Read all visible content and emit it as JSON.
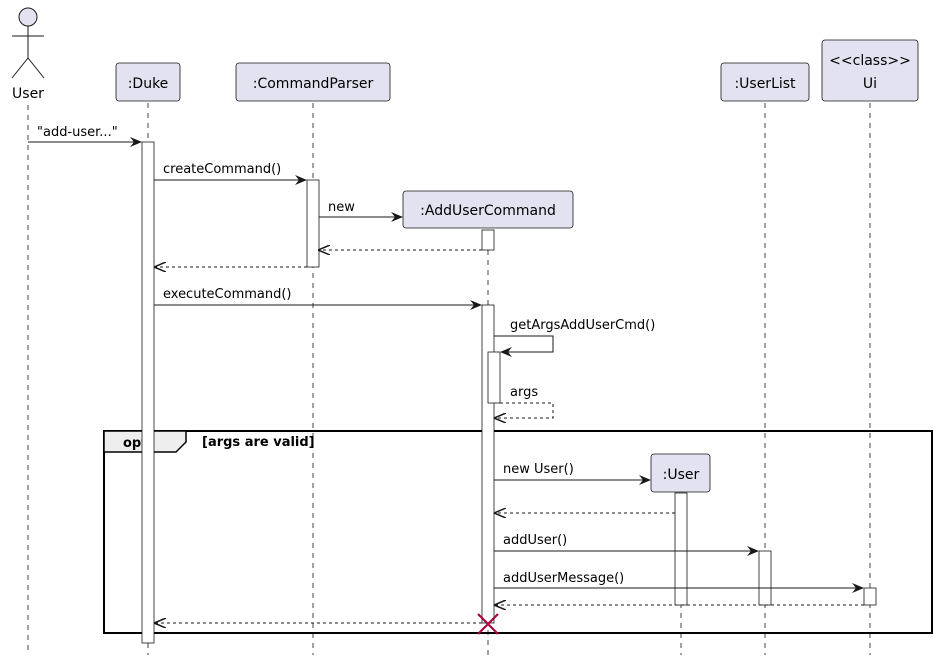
{
  "actor": {
    "label": "User"
  },
  "participants": {
    "duke": ":Duke",
    "command_parser": ":CommandParser",
    "add_user_command": ":AddUserCommand",
    "user_list": ":UserList",
    "ui_stereotype": "<<class>>",
    "ui": "Ui",
    "user": ":User"
  },
  "messages": {
    "add_user_input": "\"add-user...\"",
    "create_command": "createCommand()",
    "new": "new",
    "execute_command": "executeCommand()",
    "get_args": "getArgsAddUserCmd()",
    "args": "args",
    "new_user": "new User()",
    "add_user": "addUser()",
    "add_user_message": "addUserMessage()"
  },
  "fragment": {
    "operator": "opt",
    "guard": "[args are valid]"
  },
  "colors": {
    "participant_fill": "#E2E2F0",
    "participant_stroke": "#181818",
    "fragment_tab_fill": "#EEEEEE",
    "destroy_mark": "#A80036"
  }
}
